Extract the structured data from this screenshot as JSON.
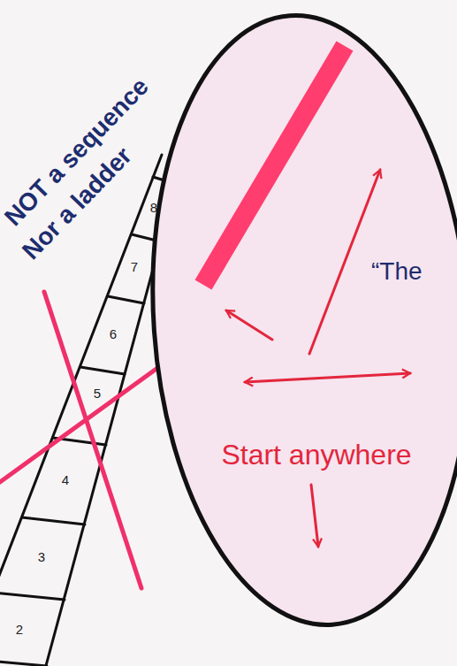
{
  "diagram": {
    "nodes": [
      {
        "text": [
          "Start anywhere",
          "“The"
        ]
      }
    ],
    "labels": [
      "NOT a sequence",
      "Nor a ladder",
      "8",
      "7",
      "6",
      "5",
      "4",
      "3",
      "2"
    ]
  }
}
